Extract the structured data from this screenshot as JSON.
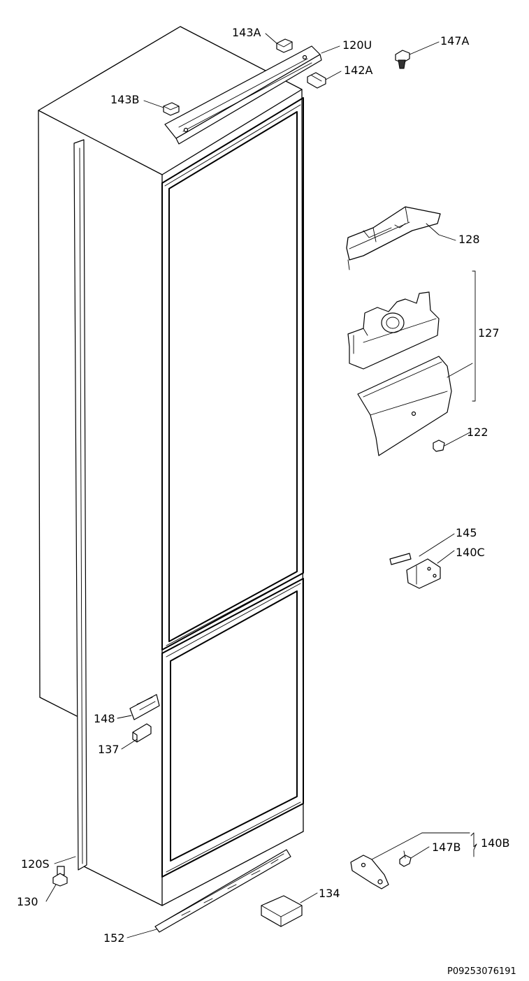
{
  "labels": {
    "p143A": "143A",
    "p120U": "120U",
    "p147A": "147A",
    "p142A": "142A",
    "p143B": "143B",
    "p128": "128",
    "p127": "127",
    "p122": "122",
    "p145": "145",
    "p140C": "140C",
    "p148": "148",
    "p137": "137",
    "p140B": "140B",
    "p147B": "147B",
    "p120S": "120S",
    "p134": "134",
    "p130": "130",
    "p152": "152"
  },
  "drawing_code": "P09253076191"
}
